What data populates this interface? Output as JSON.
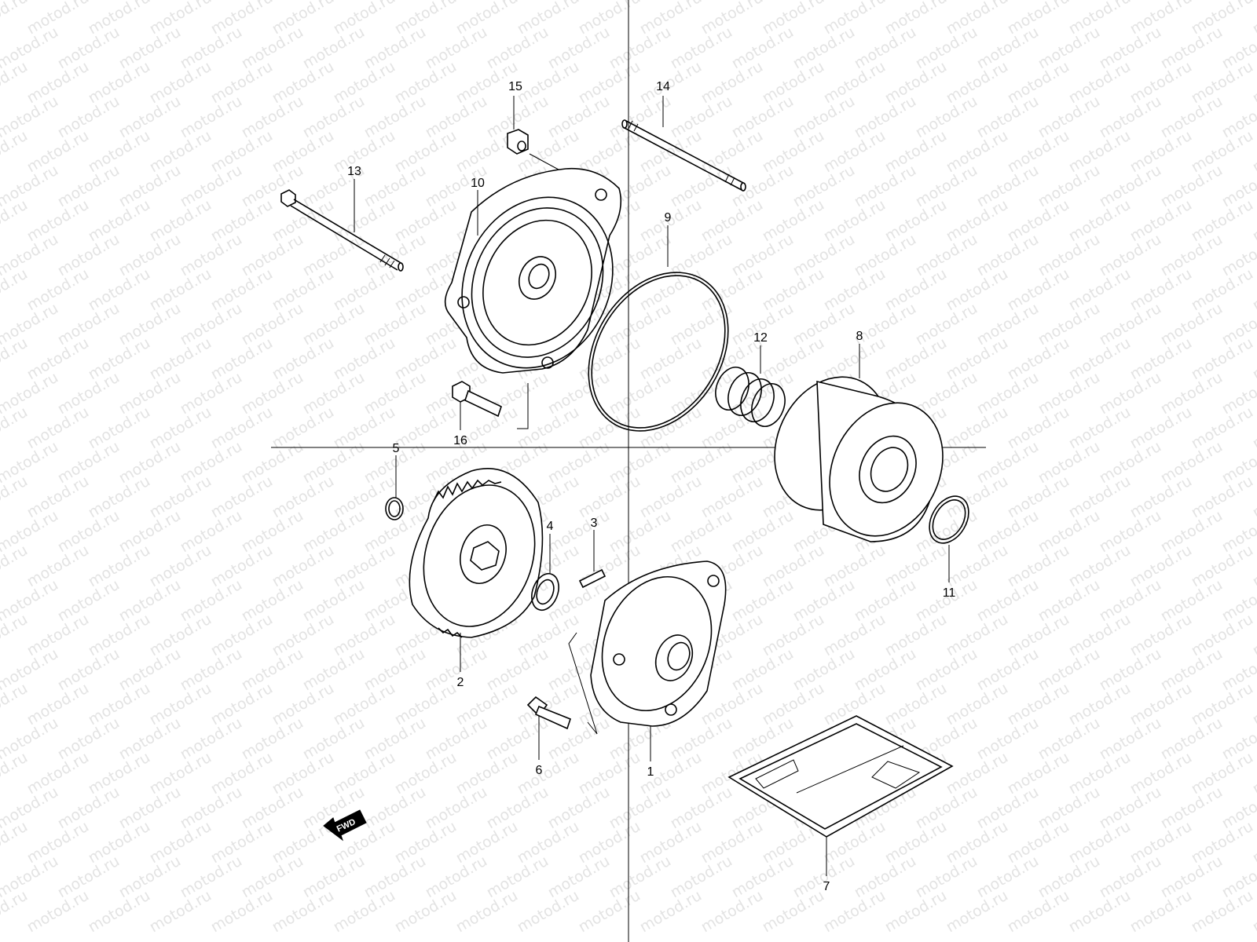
{
  "watermark": {
    "text": "motod.ru"
  },
  "diagram": {
    "direction_label": "FWD",
    "callouts": [
      {
        "id": "1",
        "label": "1"
      },
      {
        "id": "2",
        "label": "2"
      },
      {
        "id": "3",
        "label": "3"
      },
      {
        "id": "4",
        "label": "4"
      },
      {
        "id": "5",
        "label": "5"
      },
      {
        "id": "6",
        "label": "6"
      },
      {
        "id": "7",
        "label": "7"
      },
      {
        "id": "8",
        "label": "8"
      },
      {
        "id": "9",
        "label": "9"
      },
      {
        "id": "10",
        "label": "10"
      },
      {
        "id": "11",
        "label": "11"
      },
      {
        "id": "12",
        "label": "12"
      },
      {
        "id": "13",
        "label": "13"
      },
      {
        "id": "14",
        "label": "14"
      },
      {
        "id": "15",
        "label": "15"
      },
      {
        "id": "16",
        "label": "16"
      }
    ]
  },
  "colors": {
    "line": "#000000",
    "watermark": "#e3e3e3",
    "background": "#ffffff"
  }
}
